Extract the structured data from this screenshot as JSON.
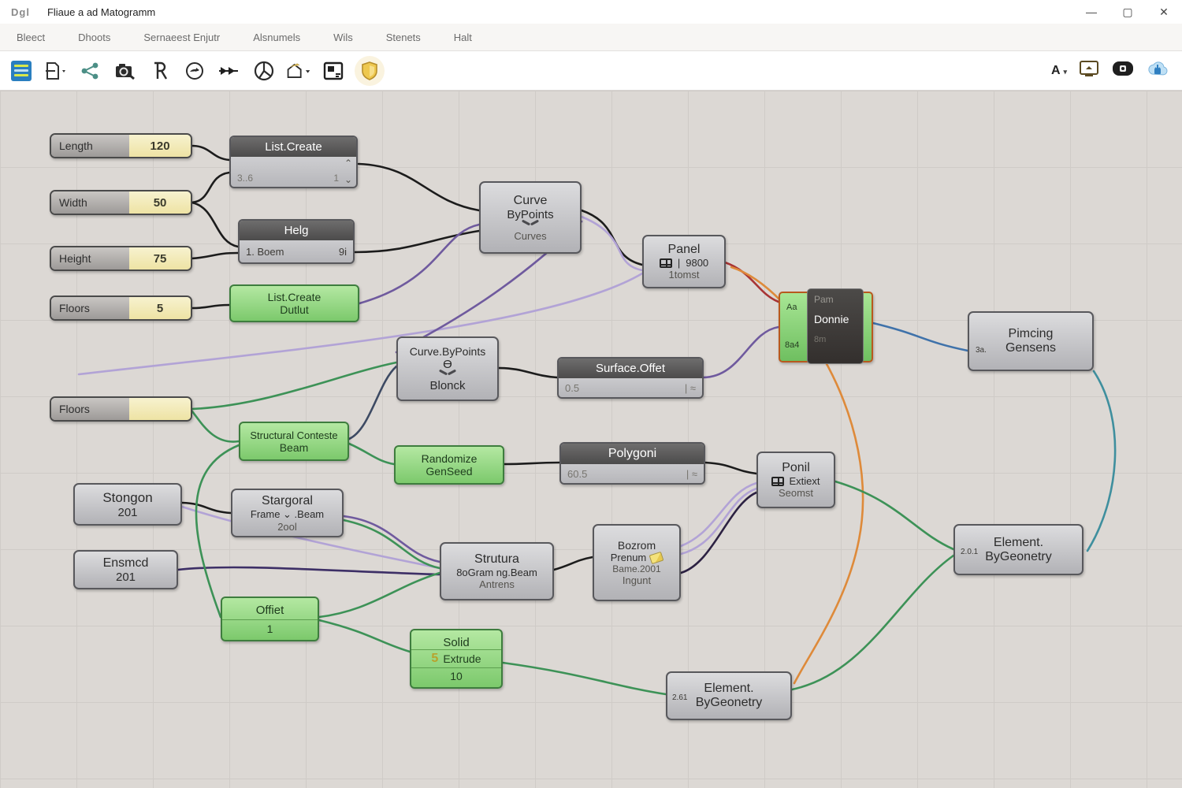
{
  "window": {
    "app_icon": "Dgl",
    "title": "Fliaue a ad Matogramm",
    "minimize": "—",
    "maximize": "▢",
    "close": "✕"
  },
  "menu": {
    "items": [
      "Bleect",
      "Dhoots",
      "Sernaeest Enjutr",
      "Alsnumels",
      "Wils",
      "Stenets",
      "Halt"
    ]
  },
  "toolbar": {
    "font_label": "A",
    "font_caret": "▾"
  },
  "nodes": {
    "length_slider": {
      "label": "Length",
      "value": "120"
    },
    "width_slider": {
      "label": "Width",
      "value": "50"
    },
    "height_slider": {
      "label": "Height",
      "value": "75"
    },
    "floors_slider": {
      "label": "Floors",
      "value": "5"
    },
    "floors_slider2": {
      "label": "Floors",
      "value": ""
    },
    "list_create1": {
      "title": "List.Create",
      "body_left": "3..6",
      "body_right": "1",
      "caret_up": "⌃",
      "caret_dn": "⌄"
    },
    "helg": {
      "title": "Helg",
      "row_left": "1.   Boem",
      "row_right": "9i"
    },
    "curve_bypoints1": {
      "title1": "Curve",
      "title2": "ByPoints",
      "footer": "Curves"
    },
    "panel": {
      "title": "Panel",
      "sep": "|",
      "value": "9800",
      "footer": "1tomst"
    },
    "list_create2": {
      "title": "List.Create",
      "subtitle": "Dutlut"
    },
    "curve_bypoints2": {
      "title": "Curve.ByPoints",
      "glyph": "Ɵ",
      "footer": "Blonck"
    },
    "surface_offet": {
      "title": "Surface.Offet",
      "body_left": "0.5",
      "body_right": "| ≈"
    },
    "structural": {
      "title": "Structural Conteste",
      "subtitle": "Beam"
    },
    "randomize": {
      "title": "Randomize",
      "subtitle": "GenSeed"
    },
    "polygoni": {
      "title": "Polygoni",
      "body_left": "60.5",
      "body_right": "| ≈"
    },
    "ponil": {
      "title": "Ponil",
      "row1": "Extiext",
      "row2": "Seomst"
    },
    "stongon": {
      "title": "Stongon",
      "value": "201"
    },
    "stargoral": {
      "title": "Stargoral",
      "row": "Frame  ⌄ .Beam",
      "footer": "2ool"
    },
    "ensmcd": {
      "title": "Ensmcd",
      "value": "201"
    },
    "offiet": {
      "title": "Offiet",
      "value": "1"
    },
    "strutura": {
      "title": "Strutura",
      "row": "8oGram  ng.Beam",
      "footer": "Antrens"
    },
    "bozrom": {
      "title": "Bozrom",
      "row1": "Prenum",
      "row2": "Bame.2001",
      "footer": "Ingunt"
    },
    "solid": {
      "title": "Solid",
      "row": "Extrude",
      "value": "10",
      "badge": "5"
    },
    "element_bottom": {
      "title": "Element.",
      "subtitle": "ByGeonetry",
      "badge": "2.61"
    },
    "element_right": {
      "title": "Element.",
      "subtitle": "ByGeonetry",
      "badge": "2.0.1"
    },
    "donnie": {
      "side_top": "Aa",
      "side_bottom": "8a4",
      "row1": "Pam",
      "row2": "Donnie",
      "row3": "8m"
    },
    "pimcing": {
      "title": "Pimcing",
      "subtitle": "Gensens",
      "badge": "3a."
    }
  },
  "colors": {
    "canvas_bg": "#dcd8d4",
    "grid": "#cfcbc7",
    "wire_black": "#1c1c1c",
    "wire_green": "#3d9257",
    "wire_purple": "#6f5a9e",
    "wire_light_purple": "#b2a3d6",
    "wire_blue": "#3f72aa",
    "wire_orange": "#de8a3a",
    "wire_red": "#a83434",
    "wire_slate": "#3d4a63",
    "node_green": "#8fd57d",
    "node_gray": "#c6c6ca",
    "header_dark": "#555454",
    "slider_yellow": "#f1e8b4",
    "selection_orange": "#b8591e"
  }
}
